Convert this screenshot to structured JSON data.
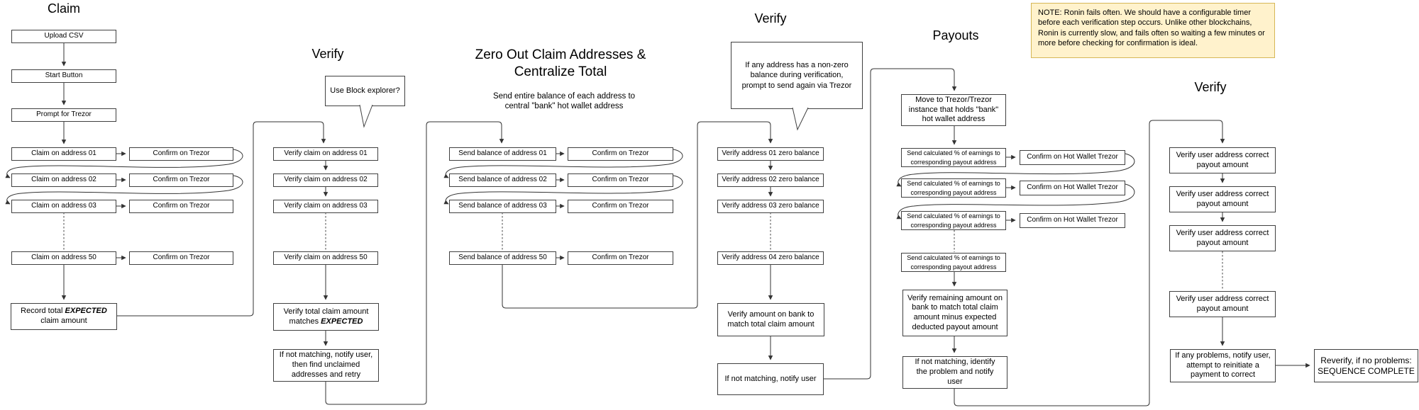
{
  "claim": {
    "title": "Claim",
    "steps": [
      "Upload CSV",
      "Start Button",
      "Prompt for Trezor"
    ],
    "rows": [
      {
        "left": "Claim on address 01",
        "right": "Confirm on Trezor"
      },
      {
        "left": "Claim on address 02",
        "right": "Confirm on Trezor"
      },
      {
        "left": "Claim on address 03",
        "right": "Confirm on Trezor"
      },
      {
        "left": "Claim on address 50",
        "right": "Confirm on Trezor"
      }
    ],
    "record": {
      "line1_prefix": "Record total",
      "emphasis": "EXPECTED",
      "line2": "claim amount"
    }
  },
  "verify_claims": {
    "title": "Verify",
    "callout": "Use Block explorer?",
    "rows": [
      "Verify claim on address 01",
      "Verify claim on address 02",
      "Verify claim on address 03",
      "Verify claim on address 50"
    ],
    "total": {
      "line1": "Verify total claim amount",
      "line2_prefix": "matches",
      "emphasis": "EXPECTED"
    },
    "mismatch": "If not matching, notify user, then find unclaimed addresses and retry"
  },
  "zero_out": {
    "title_line1": "Zero Out Claim Addresses &",
    "title_line2": "Centralize Total",
    "subtitle_line1": "Send entire balance of each address to",
    "subtitle_line2": "central \"bank\" hot wallet address",
    "rows": [
      {
        "left": "Send balance of address 01",
        "right": "Confirm on Trezor"
      },
      {
        "left": "Send balance of address 02",
        "right": "Confirm on Trezor"
      },
      {
        "left": "Send balance of address 03",
        "right": "Confirm on Trezor"
      },
      {
        "left": "Send balance of address 50",
        "right": "Confirm on Trezor"
      }
    ]
  },
  "verify_zero": {
    "title": "Verify",
    "callout": "If any address has a non-zero balance during verification, prompt to send again via Trezor",
    "rows": [
      "Verify address 01 zero balance",
      "Verify address 02 zero balance",
      "Verify address 03 zero balance",
      "Verify address 04 zero balance"
    ],
    "bank": "Verify amount on bank to match total claim amount",
    "mismatch": "If not matching, notify user"
  },
  "payouts": {
    "title": "Payouts",
    "move": "Move to Trezor/Trezor instance that holds \"bank\" hot wallet address",
    "rows": [
      {
        "left": "Send calculated % of earnings to corresponding payout address",
        "right": "Confirm on Hot Wallet Trezor"
      },
      {
        "left": "Send calculated % of earnings to corresponding payout address",
        "right": "Confirm on Hot Wallet Trezor"
      },
      {
        "left": "Send calculated % of earnings to corresponding payout address",
        "right": "Confirm on Hot Wallet Trezor"
      }
    ],
    "extra_send": "Send calculated % of earnings to corresponding payout address",
    "verify_remaining": "Verify remaining amount on bank to match total claim amount minus expected deducted payout amount",
    "mismatch": "If not matching, identify the problem and notify user"
  },
  "verify_payouts": {
    "title": "Verify",
    "rows": [
      "Verify user address correct payout amount",
      "Verify user address correct payout amount",
      "Verify user address correct payout amount",
      "Verify user address correct payout amount"
    ],
    "problems": "If any problems, notify user, attempt to reinitiate a payment to correct",
    "complete_line1": "Reverify, if no problems:",
    "complete_line2": "SEQUENCE COMPLETE"
  },
  "note": {
    "text": "NOTE: Ronin fails often. We should have a configurable timer before each verification step occurs. Unlike other blockchains, Ronin is currently slow, and fails often so waiting a few minutes or more before checking for confirmation is ideal."
  },
  "colors": {
    "note_bg": "#FFF2CC",
    "note_border": "#D6B656",
    "box_border": "#404040",
    "line": "#333333",
    "dash": "#666666",
    "canvas_bg": "#FFFFFF"
  }
}
